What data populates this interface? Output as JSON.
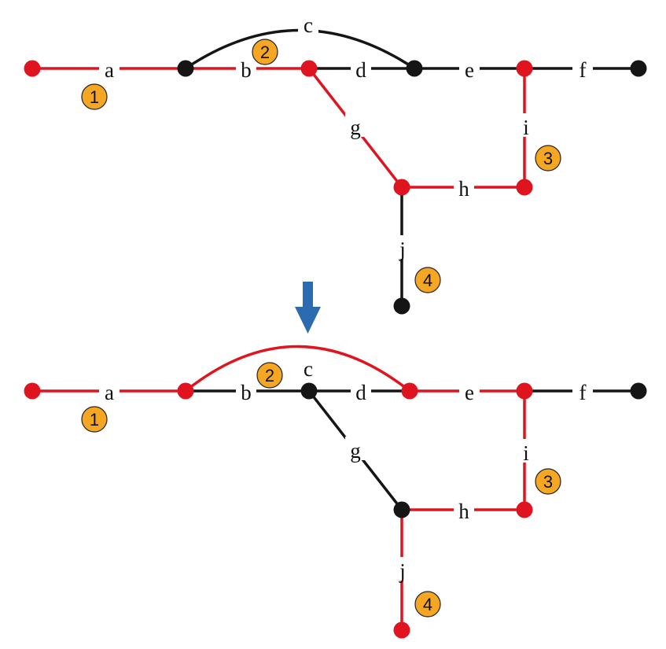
{
  "colors": {
    "selected": "#E0141E",
    "unselected": "#151515",
    "badge": "#F5A623",
    "arrow": "#2B6CB0",
    "label_background": "#FFFFFF"
  },
  "arrow_icon": "down-arrow-icon",
  "graphs": [
    {
      "id": "before",
      "nodes": [
        {
          "id": "n1",
          "state": "selected"
        },
        {
          "id": "n2",
          "state": "unselected"
        },
        {
          "id": "n3",
          "state": "selected"
        },
        {
          "id": "n4",
          "state": "unselected"
        },
        {
          "id": "n5",
          "state": "selected"
        },
        {
          "id": "n6",
          "state": "unselected"
        },
        {
          "id": "n7",
          "state": "selected"
        },
        {
          "id": "n8",
          "state": "selected"
        },
        {
          "id": "n9",
          "state": "unselected"
        }
      ],
      "edges": [
        {
          "label": "a",
          "from": "n1",
          "to": "n2",
          "state": "selected"
        },
        {
          "label": "b",
          "from": "n2",
          "to": "n3",
          "state": "selected"
        },
        {
          "label": "c",
          "from": "n2",
          "to": "n4",
          "state": "unselected"
        },
        {
          "label": "d",
          "from": "n3",
          "to": "n4",
          "state": "unselected"
        },
        {
          "label": "e",
          "from": "n4",
          "to": "n5",
          "state": "unselected"
        },
        {
          "label": "f",
          "from": "n5",
          "to": "n6",
          "state": "unselected"
        },
        {
          "label": "g",
          "from": "n3",
          "to": "n7",
          "state": "selected"
        },
        {
          "label": "h",
          "from": "n7",
          "to": "n8",
          "state": "selected"
        },
        {
          "label": "i",
          "from": "n5",
          "to": "n8",
          "state": "selected"
        },
        {
          "label": "j",
          "from": "n7",
          "to": "n9",
          "state": "unselected"
        }
      ],
      "badges": [
        "1",
        "2",
        "3",
        "4"
      ]
    },
    {
      "id": "after",
      "nodes": [
        {
          "id": "n1",
          "state": "selected"
        },
        {
          "id": "n2",
          "state": "selected"
        },
        {
          "id": "n3",
          "state": "unselected"
        },
        {
          "id": "n4",
          "state": "selected"
        },
        {
          "id": "n5",
          "state": "selected"
        },
        {
          "id": "n6",
          "state": "unselected"
        },
        {
          "id": "n7",
          "state": "unselected"
        },
        {
          "id": "n8",
          "state": "selected"
        },
        {
          "id": "n9",
          "state": "selected"
        }
      ],
      "edges": [
        {
          "label": "a",
          "from": "n1",
          "to": "n2",
          "state": "selected"
        },
        {
          "label": "b",
          "from": "n2",
          "to": "n3",
          "state": "unselected"
        },
        {
          "label": "c",
          "from": "n2",
          "to": "n4",
          "state": "selected"
        },
        {
          "label": "d",
          "from": "n3",
          "to": "n4",
          "state": "unselected"
        },
        {
          "label": "e",
          "from": "n4",
          "to": "n5",
          "state": "selected"
        },
        {
          "label": "f",
          "from": "n5",
          "to": "n6",
          "state": "unselected"
        },
        {
          "label": "g",
          "from": "n3",
          "to": "n7",
          "state": "unselected"
        },
        {
          "label": "h",
          "from": "n7",
          "to": "n8",
          "state": "selected"
        },
        {
          "label": "i",
          "from": "n5",
          "to": "n8",
          "state": "selected"
        },
        {
          "label": "j",
          "from": "n7",
          "to": "n9",
          "state": "selected"
        }
      ],
      "badges": [
        "1",
        "2",
        "3",
        "4"
      ]
    }
  ]
}
